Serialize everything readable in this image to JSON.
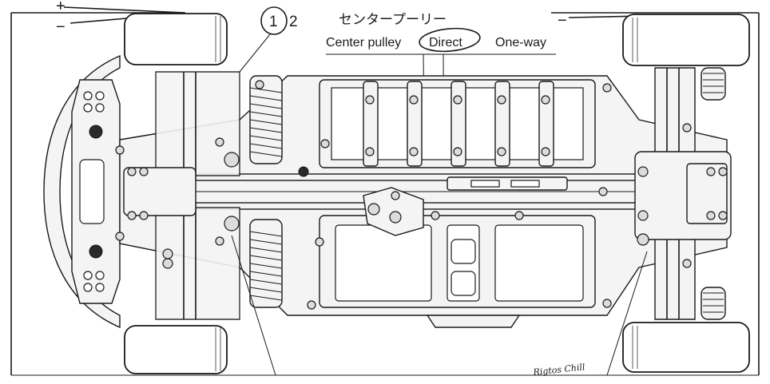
{
  "labels": {
    "plus_sign": "+",
    "minus_left": "−",
    "minus_right": "−",
    "option_1": "1",
    "option_2": "2",
    "pulley_japanese": "センタープーリー",
    "pulley_english": "Center pulley",
    "pulley_direct": "Direct",
    "pulley_oneway": "One-way",
    "handwritten_note": "Rigtos Chill"
  },
  "colors": {
    "ink": "#1a1a1a",
    "paper": "#ffffff"
  }
}
